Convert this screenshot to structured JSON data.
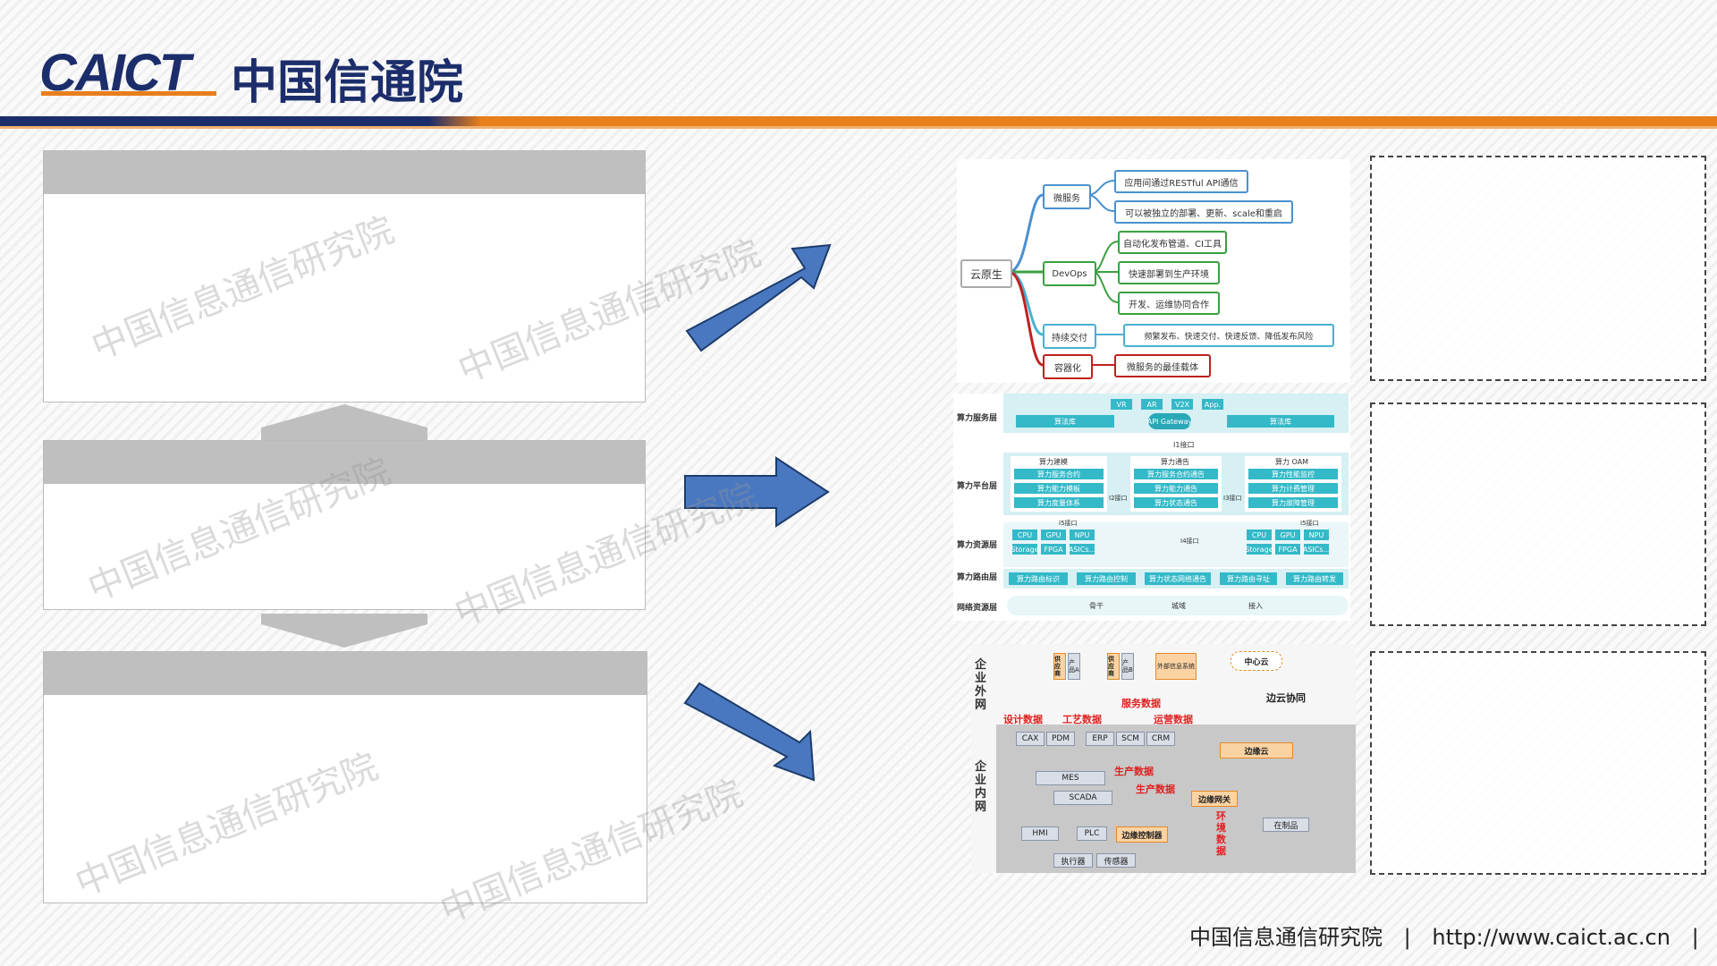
{
  "brand": {
    "latin": "CAICT",
    "chinese": "中国信通院"
  },
  "footer": {
    "org": "中国信息通信研究院",
    "sep": "|",
    "url": "http://www.caict.ac.cn",
    "sep2": "|"
  },
  "watermark": "中国信息通信研究院",
  "diagram1": {
    "root": "云原生",
    "branches": [
      {
        "label": "微服务",
        "items": [
          "应用间通过RESTful API通信",
          "可以被独立的部署、更新、scale和重启"
        ]
      },
      {
        "label": "DevOps",
        "items": [
          "自动化发布管道、CI工具",
          "快速部署到生产环境",
          "开发、运维协同合作"
        ]
      },
      {
        "label": "持续交付",
        "items": [
          "频繁发布、快速交付、快速反馈、降低发布风险"
        ]
      },
      {
        "label": "容器化",
        "items": [
          "微服务的最佳载体"
        ]
      }
    ]
  },
  "diagram2": {
    "layers": [
      "算力服务层",
      "算力平台层",
      "算力资源层",
      "算力路由层",
      "网络资源层"
    ],
    "service_tags": [
      "VR",
      "AR",
      "V2X",
      "App."
    ],
    "service_left": "算法库",
    "service_right": "算法库",
    "gateway": "API Gateway",
    "i1": "I1接口",
    "i2": "I2接口",
    "i3": "I3接口",
    "i4": "I4接口",
    "i5": "I5接口",
    "col1": {
      "title": "算力建模",
      "items": [
        "算力服务合约",
        "算力能力模板",
        "算力度量体系"
      ]
    },
    "col2": {
      "title": "算力通告",
      "items": [
        "算力服务合约通告",
        "算力能力通告",
        "算力状态通告"
      ]
    },
    "col3": {
      "title": "算力 OAM",
      "items": [
        "算力性能监控",
        "算力计费管理",
        "算力故障管理"
      ]
    },
    "res_row1": [
      "CPU",
      "GPU",
      "NPU"
    ],
    "res_row2": [
      "Storage",
      "FPGA",
      "ASICs..."
    ],
    "routing": [
      "算力路由标识",
      "算力路由控制",
      "算力状态网络通告",
      "算力路由寻址",
      "算力路由转发"
    ],
    "network": [
      "骨干",
      "城域",
      "接入"
    ]
  },
  "diagram3": {
    "outer_label": "企业外网",
    "inner_label": "企业内网",
    "top_items": [
      "供应商",
      "产品A",
      "供应商",
      "产品B",
      "外部信息系统"
    ],
    "cloud": "中心云",
    "edge_cloud_collab": "边云协同",
    "service_data": "服务数据",
    "design_data": "设计数据",
    "process_data": "工艺数据",
    "ops_data": "运营数据",
    "systems": [
      "CAX",
      "PDM",
      "ERP",
      "SCM",
      "CRM"
    ],
    "edge_cloud": "边缘云",
    "mes": "MES",
    "scada": "SCADA",
    "prod_data1": "生产数据",
    "prod_data2": "生产数据",
    "edge_gateway": "边缘网关",
    "env_data": "环境数据",
    "hmi": "HMI",
    "plc": "PLC",
    "edge_controller": "边缘控制器",
    "actuator": "执行器",
    "sensor": "传感器",
    "wip": "在制品"
  }
}
